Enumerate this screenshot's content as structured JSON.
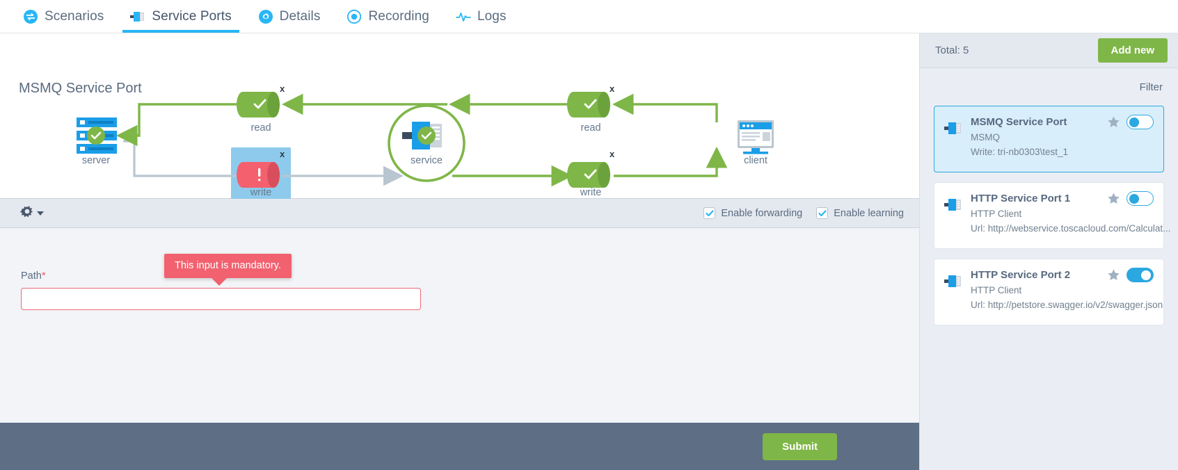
{
  "tabs": [
    {
      "label": "Scenarios",
      "icon": "sync-arrows-icon",
      "active": false
    },
    {
      "label": "Service Ports",
      "icon": "service-port-plug-icon",
      "active": true
    },
    {
      "label": "Details",
      "icon": "gear-icon",
      "active": false
    },
    {
      "label": "Recording",
      "icon": "record-dot-icon",
      "active": false
    },
    {
      "label": "Logs",
      "icon": "pulse-line-icon",
      "active": false
    }
  ],
  "diagram": {
    "title": "MSMQ Service Port",
    "nodes": {
      "server": "server",
      "client": "client",
      "service": "service",
      "read_left": "read",
      "write_left": "write",
      "read_right": "read",
      "write_right": "write"
    },
    "close_marks": [
      "x",
      "x",
      "x",
      "x"
    ],
    "highlighted_node": "write"
  },
  "toolbar": {
    "gear_icon": "gear-icon",
    "enable_forwarding": {
      "label": "Enable forwarding",
      "checked": true
    },
    "enable_learning": {
      "label": "Enable learning",
      "checked": true
    }
  },
  "form": {
    "tooltip": "This input is mandatory.",
    "path_label": "Path",
    "required_marker": "*",
    "path_value": "",
    "path_placeholder": ""
  },
  "footer": {
    "submit_label": "Submit"
  },
  "right_panel": {
    "total_label": "Total: 5",
    "add_new_label": "Add new",
    "filter_label": "Filter",
    "cards": [
      {
        "title": "MSMQ Service Port",
        "subtitle": "MSMQ",
        "detail": "Write: tri-nb0303\\test_1",
        "selected": true,
        "toggle_on": false,
        "starred": false
      },
      {
        "title": "HTTP Service Port 1",
        "subtitle": "HTTP Client",
        "detail": "Url: http://webservice.toscacloud.com/Calculat...",
        "selected": false,
        "toggle_on": false,
        "starred": false
      },
      {
        "title": "HTTP Service Port 2",
        "subtitle": "HTTP Client",
        "detail": "Url: http://petstore.swagger.io/v2/swagger.json",
        "selected": false,
        "toggle_on": true,
        "starred": false
      }
    ]
  },
  "colors": {
    "accent_blue": "#29b6f6",
    "green": "#7fb648",
    "error_red": "#f2616f",
    "footer_slate": "#5d6e85"
  }
}
